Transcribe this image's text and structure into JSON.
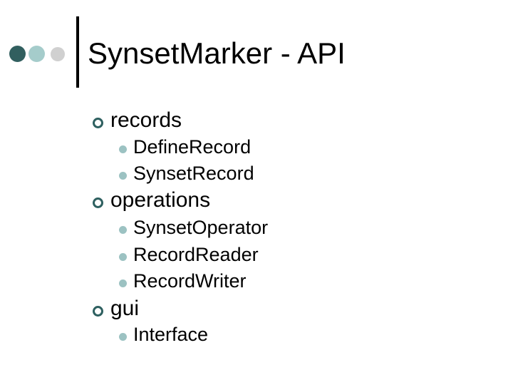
{
  "slide": {
    "title": "SynsetMarker - API",
    "decoration": {
      "dots": [
        {
          "name": "dark-teal-dot",
          "color": "#315F5F"
        },
        {
          "name": "light-teal-dot",
          "color": "#A5CCCB"
        },
        {
          "name": "gray-dot",
          "color": "#D0D0D0"
        }
      ],
      "divider_color": "#000000"
    },
    "colors": {
      "background": "#FFFFFF",
      "title_text": "#000000",
      "body_text": "#000000",
      "level1_bullet_ring": "#2E6060",
      "level2_bullet_fill": "#9CC2C2"
    },
    "bullets": [
      {
        "label": "records",
        "children": [
          "DefineRecord",
          "SynsetRecord"
        ]
      },
      {
        "label": "operations",
        "children": [
          "SynsetOperator",
          "RecordReader",
          "RecordWriter"
        ]
      },
      {
        "label": "gui",
        "children": [
          "Interface"
        ]
      }
    ]
  }
}
